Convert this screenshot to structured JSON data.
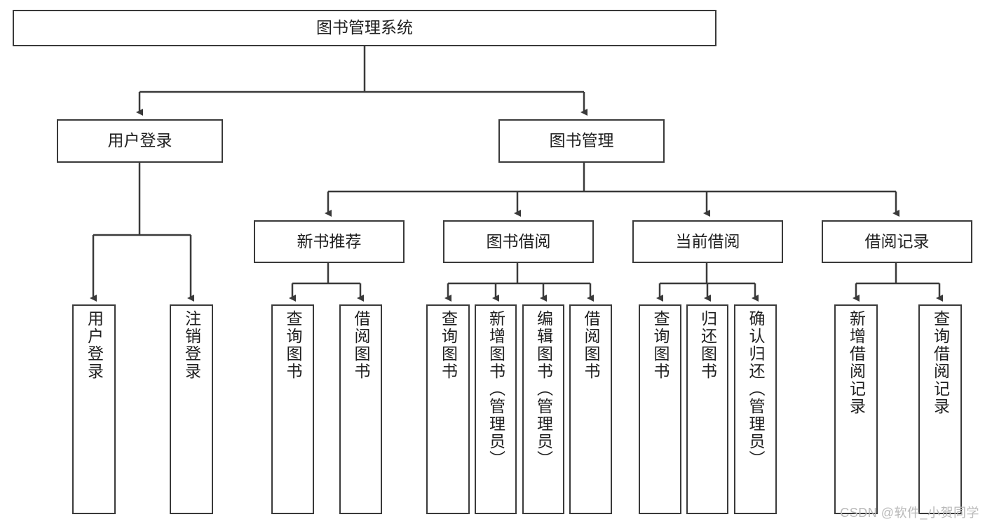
{
  "diagram": {
    "title": "图书管理系统",
    "watermark": "CSDN @软件_小贺同学",
    "colors": {
      "box_border": "#3a3a3a",
      "box_fill": "#ffffff",
      "edge": "#3a3a3a",
      "text": "#1f1f1f",
      "watermark": "#b9b9b9",
      "background": "#ffffff"
    },
    "nodes": {
      "root": {
        "label": "图书管理系统"
      },
      "level2": [
        {
          "id": "user-login",
          "label": "用户登录"
        },
        {
          "id": "book-manage",
          "label": "图书管理"
        }
      ],
      "level3": [
        {
          "id": "new-book-recommend",
          "label": "新书推荐"
        },
        {
          "id": "book-borrow",
          "label": "图书借阅"
        },
        {
          "id": "current-borrow",
          "label": "当前借阅"
        },
        {
          "id": "borrow-record",
          "label": "借阅记录"
        }
      ],
      "leaves": [
        {
          "id": "leaf-user-login",
          "label": "用户登录",
          "parent": "user-login"
        },
        {
          "id": "leaf-logout",
          "label": "注销登录",
          "parent": "user-login"
        },
        {
          "id": "leaf-query-book-1",
          "label": "查询图书",
          "parent": "new-book-recommend"
        },
        {
          "id": "leaf-borrow-book-1",
          "label": "借阅图书",
          "parent": "new-book-recommend"
        },
        {
          "id": "leaf-query-book-2",
          "label": "查询图书",
          "parent": "book-borrow"
        },
        {
          "id": "leaf-add-book",
          "label": "新增图书（管理员）",
          "parent": "book-borrow"
        },
        {
          "id": "leaf-edit-book",
          "label": "编辑图书（管理员）",
          "parent": "book-borrow"
        },
        {
          "id": "leaf-borrow-book-2",
          "label": "借阅图书",
          "parent": "book-borrow"
        },
        {
          "id": "leaf-query-book-3",
          "label": "查询图书",
          "parent": "current-borrow"
        },
        {
          "id": "leaf-return-book",
          "label": "归还图书",
          "parent": "current-borrow"
        },
        {
          "id": "leaf-confirm-return",
          "label": "确认归还（管理员）",
          "parent": "current-borrow"
        },
        {
          "id": "leaf-add-record",
          "label": "新增借阅记录",
          "parent": "borrow-record"
        },
        {
          "id": "leaf-query-record",
          "label": "查询借阅记录",
          "parent": "borrow-record"
        }
      ]
    }
  }
}
